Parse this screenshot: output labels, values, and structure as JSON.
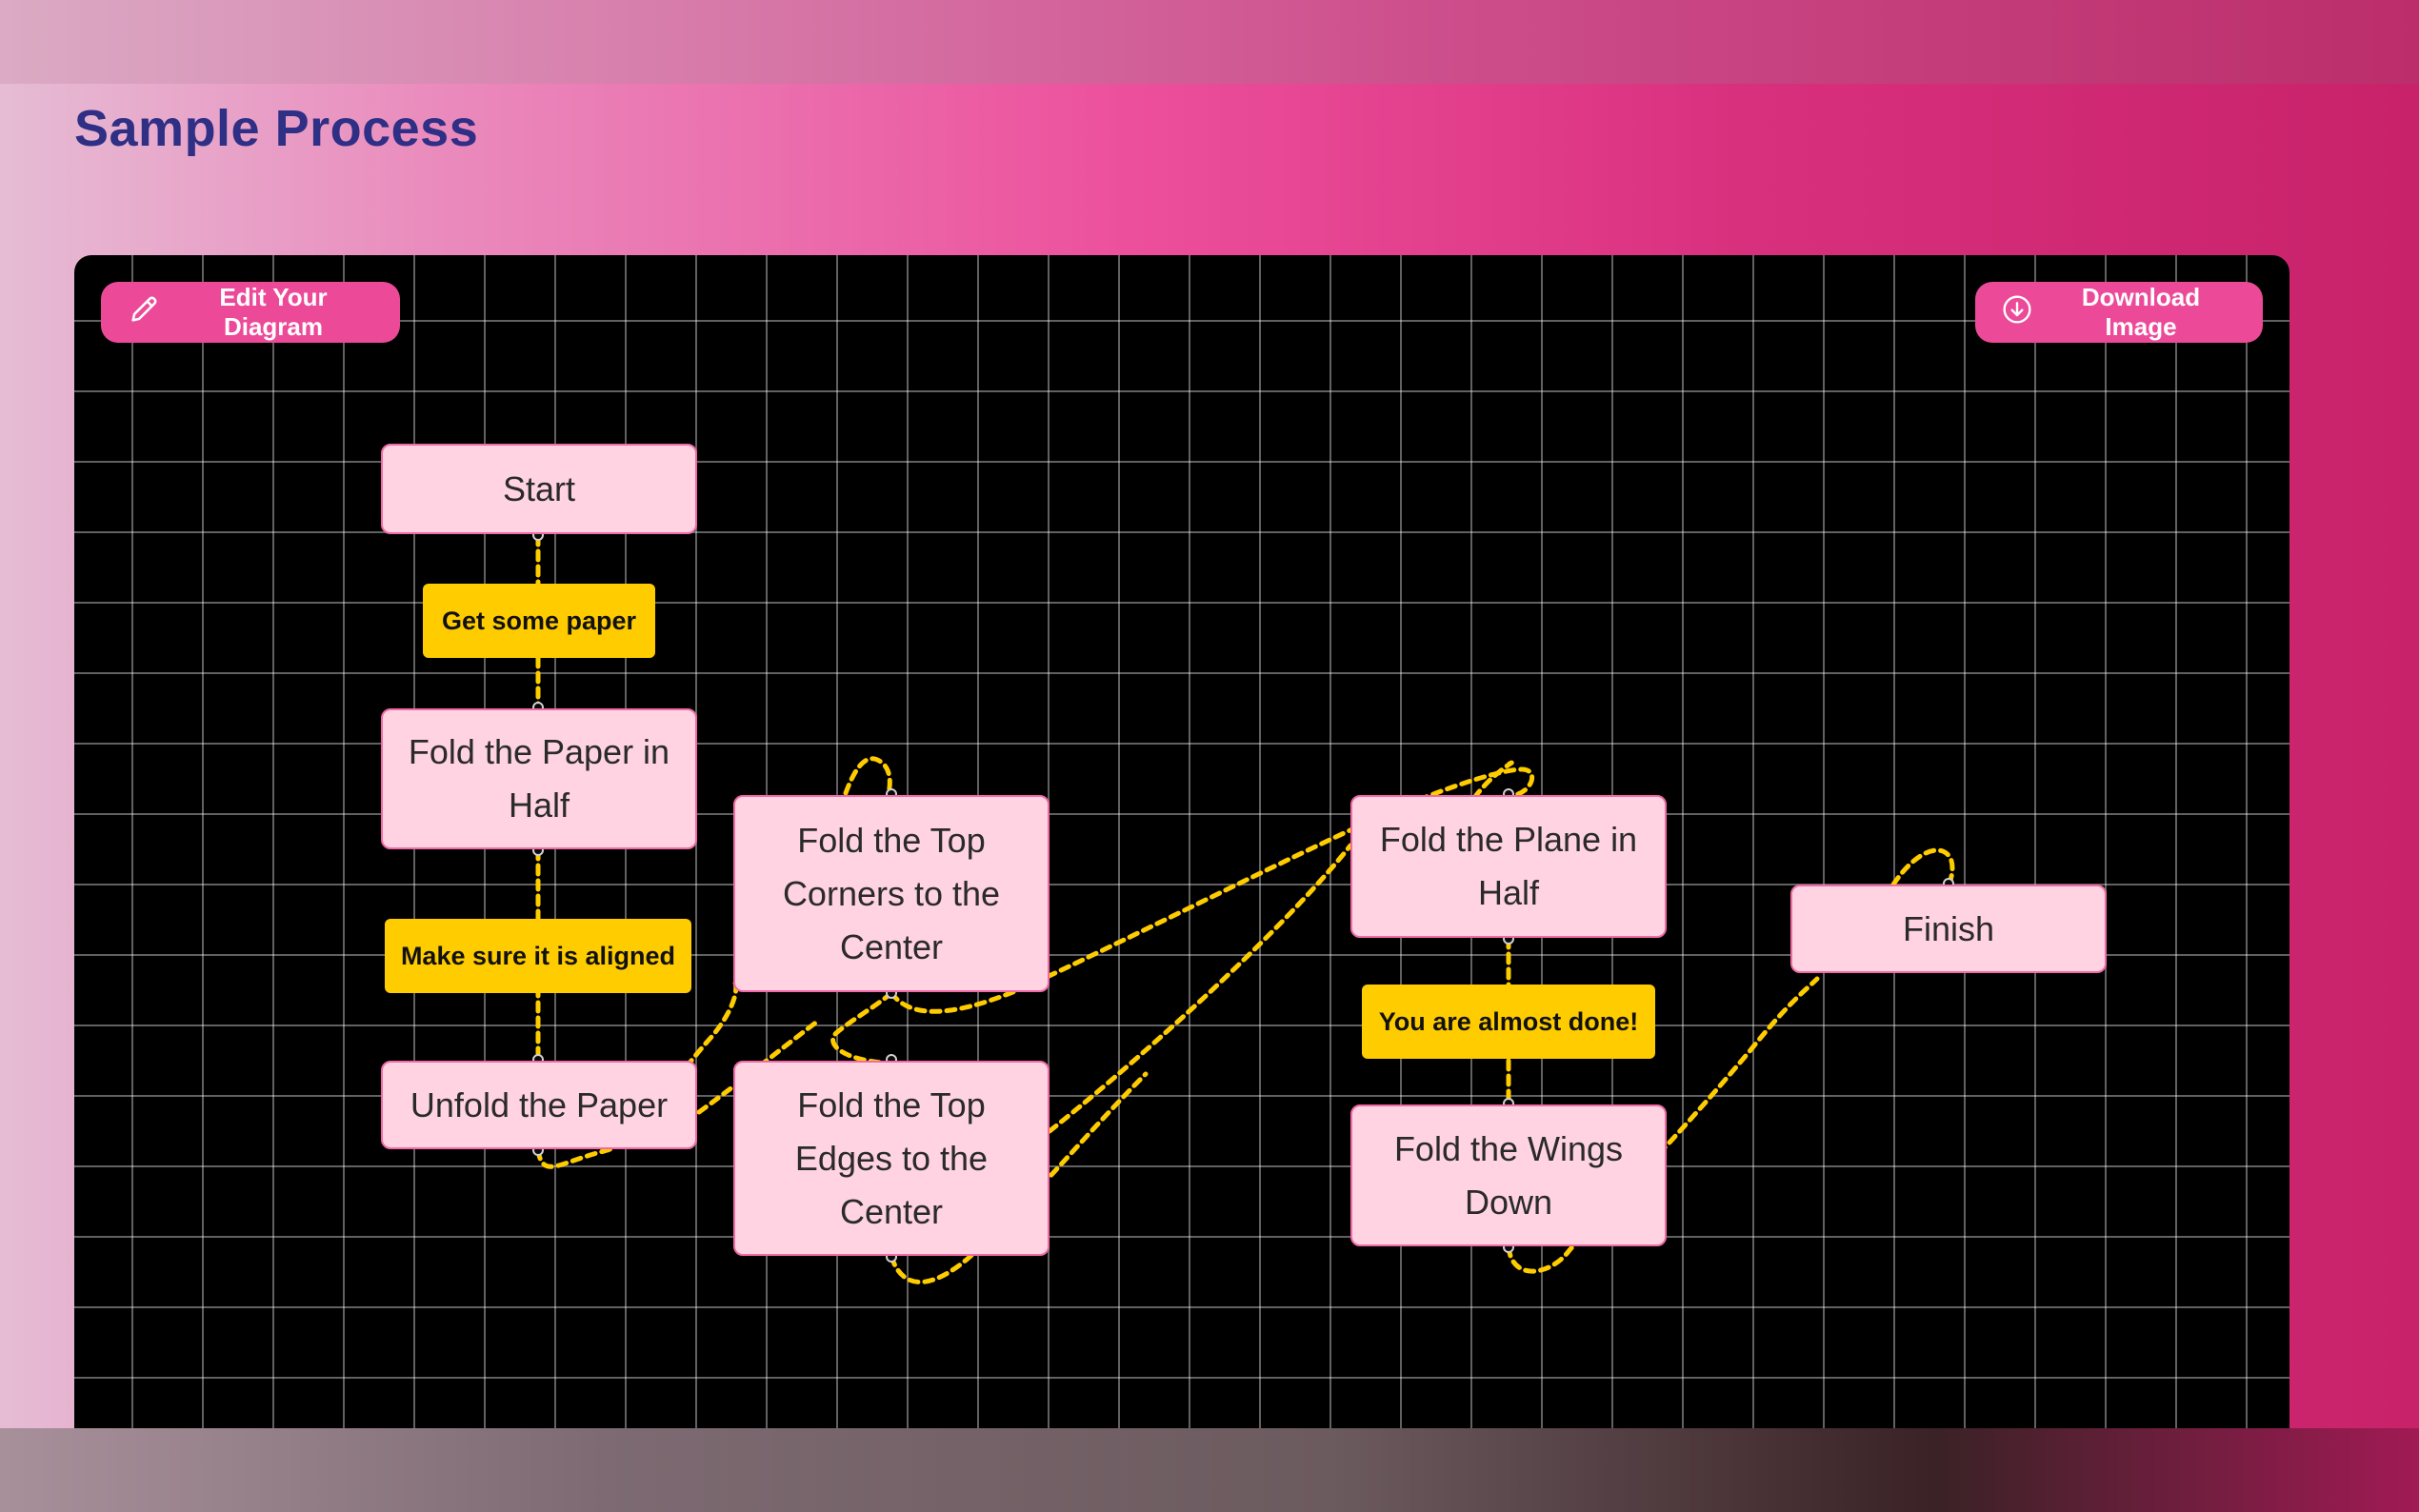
{
  "page": {
    "title": "Sample Process"
  },
  "toolbar": {
    "edit_label": "Edit Your Diagram",
    "edit_icon": "pencil-icon",
    "download_label": "Download Image",
    "download_icon": "download-circle-icon"
  },
  "diagram": {
    "nodes": {
      "start": "Start",
      "fold_half": "Fold the Paper in Half",
      "unfold": "Unfold the Paper",
      "top_corners": "Fold the Top Corners to the Center",
      "top_edges": "Fold the Top Edges to the Center",
      "plane_half": "Fold the Plane in Half",
      "wings_down": "Fold the Wings Down",
      "finish": "Finish"
    },
    "edge_labels": {
      "get_paper": "Get some paper",
      "aligned": "Make sure it is aligned",
      "almost_done": "You are almost done!"
    }
  },
  "colors": {
    "node_fill": "#ffd3e1",
    "node_border": "#f06aa6",
    "edge": "#ffcc00",
    "button": "#ec4a98",
    "title": "#2e2f85"
  }
}
